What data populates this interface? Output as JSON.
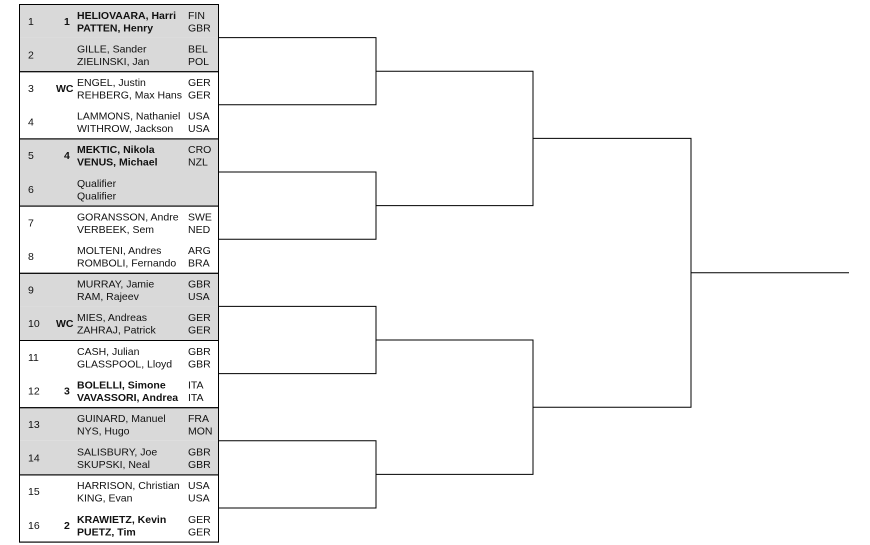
{
  "draw": [
    {
      "position": "1",
      "seed": "1",
      "bold": true,
      "players": [
        {
          "name": "HELIOVAARA, Harri",
          "country": "FIN"
        },
        {
          "name": "PATTEN, Henry",
          "country": "GBR"
        }
      ]
    },
    {
      "position": "2",
      "seed": "",
      "bold": false,
      "players": [
        {
          "name": "GILLE, Sander",
          "country": "BEL"
        },
        {
          "name": "ZIELINSKI, Jan",
          "country": "POL"
        }
      ]
    },
    {
      "position": "3",
      "seed": "WC",
      "bold": false,
      "players": [
        {
          "name": "ENGEL, Justin",
          "country": "GER"
        },
        {
          "name": "REHBERG, Max Hans",
          "country": "GER"
        }
      ]
    },
    {
      "position": "4",
      "seed": "",
      "bold": false,
      "players": [
        {
          "name": "LAMMONS, Nathaniel",
          "country": "USA"
        },
        {
          "name": "WITHROW, Jackson",
          "country": "USA"
        }
      ]
    },
    {
      "position": "5",
      "seed": "4",
      "bold": true,
      "players": [
        {
          "name": "MEKTIC, Nikola",
          "country": "CRO"
        },
        {
          "name": "VENUS, Michael",
          "country": "NZL"
        }
      ]
    },
    {
      "position": "6",
      "seed": "",
      "bold": false,
      "players": [
        {
          "name": "Qualifier",
          "country": ""
        },
        {
          "name": "Qualifier",
          "country": ""
        }
      ]
    },
    {
      "position": "7",
      "seed": "",
      "bold": false,
      "players": [
        {
          "name": "GORANSSON, Andre",
          "country": "SWE"
        },
        {
          "name": "VERBEEK, Sem",
          "country": "NED"
        }
      ]
    },
    {
      "position": "8",
      "seed": "",
      "bold": false,
      "players": [
        {
          "name": "MOLTENI, Andres",
          "country": "ARG"
        },
        {
          "name": "ROMBOLI, Fernando",
          "country": "BRA"
        }
      ]
    },
    {
      "position": "9",
      "seed": "",
      "bold": false,
      "players": [
        {
          "name": "MURRAY, Jamie",
          "country": "GBR"
        },
        {
          "name": "RAM, Rajeev",
          "country": "USA"
        }
      ]
    },
    {
      "position": "10",
      "seed": "WC",
      "bold": false,
      "players": [
        {
          "name": "MIES, Andreas",
          "country": "GER"
        },
        {
          "name": "ZAHRAJ, Patrick",
          "country": "GER"
        }
      ]
    },
    {
      "position": "11",
      "seed": "",
      "bold": false,
      "players": [
        {
          "name": "CASH, Julian",
          "country": "GBR"
        },
        {
          "name": "GLASSPOOL, Lloyd",
          "country": "GBR"
        }
      ]
    },
    {
      "position": "12",
      "seed": "3",
      "bold": true,
      "players": [
        {
          "name": "BOLELLI, Simone",
          "country": "ITA"
        },
        {
          "name": "VAVASSORI, Andrea",
          "country": "ITA"
        }
      ]
    },
    {
      "position": "13",
      "seed": "",
      "bold": false,
      "players": [
        {
          "name": "GUINARD, Manuel",
          "country": "FRA"
        },
        {
          "name": "NYS, Hugo",
          "country": "MON"
        }
      ]
    },
    {
      "position": "14",
      "seed": "",
      "bold": false,
      "players": [
        {
          "name": "SALISBURY, Joe",
          "country": "GBR"
        },
        {
          "name": "SKUPSKI, Neal",
          "country": "GBR"
        }
      ]
    },
    {
      "position": "15",
      "seed": "",
      "bold": false,
      "players": [
        {
          "name": "HARRISON, Christian",
          "country": "USA"
        },
        {
          "name": "KING, Evan",
          "country": "USA"
        }
      ]
    },
    {
      "position": "16",
      "seed": "2",
      "bold": true,
      "players": [
        {
          "name": "KRAWIETZ, Kevin",
          "country": "GER"
        },
        {
          "name": "PUETZ, Tim",
          "country": "GER"
        }
      ]
    }
  ],
  "colors": {
    "shaded": "#d9d9d9",
    "line": "#000000",
    "text": "#111111"
  }
}
